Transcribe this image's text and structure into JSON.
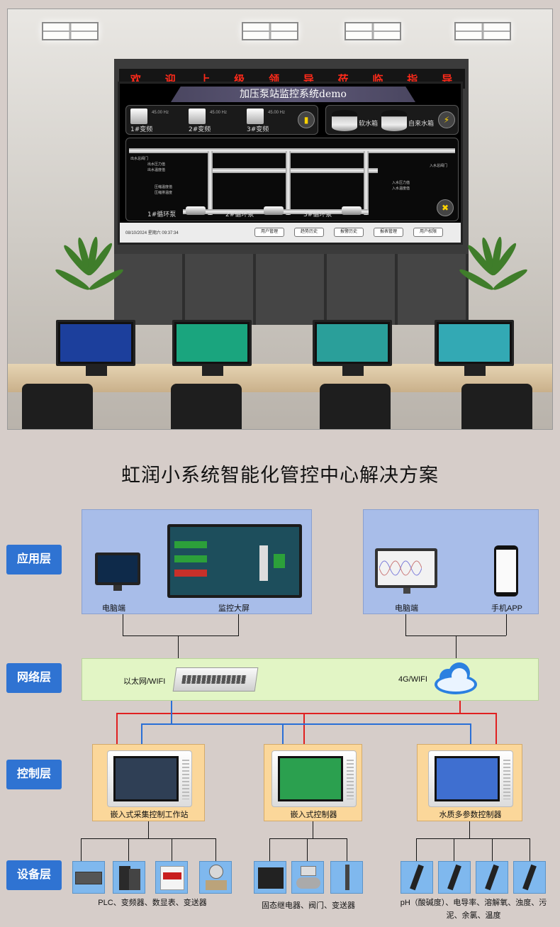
{
  "photo": {
    "led_chars": [
      "欢",
      "迎",
      "上",
      "级",
      "领",
      "导",
      "莅",
      "临",
      "指",
      "导"
    ],
    "monitor_title": "加压泵站监控系统demo",
    "pumps": [
      {
        "label": "1#变频",
        "reading": "45.00 Hz"
      },
      {
        "label": "2#变频",
        "reading": "45.00 Hz"
      },
      {
        "label": "3#变频",
        "reading": "45.00 Hz"
      }
    ],
    "tanks": [
      "软水箱",
      "自来水箱"
    ],
    "loops": [
      "1#循环泵",
      "2#循环泵",
      "3#循环泵"
    ],
    "pipe_texts": [
      "出水总阀门",
      "出水压力值",
      "出水温度值",
      "压缩温度值",
      "压缩排温度",
      "入水压力值",
      "入水温度值",
      "入水总阀门"
    ],
    "date_text": "08/10/2024 星期六 09:37:34",
    "buttons": [
      "用户管理",
      "趋势历史",
      "报警历史",
      "报表管理",
      "用户权限"
    ],
    "colors": {
      "led_red": "#ff2a1a",
      "wall": "#3b3b3b"
    }
  },
  "diagram": {
    "title": "虹润小系统智能化管控中心解决方案",
    "layers": [
      "应用层",
      "网络层",
      "控制层",
      "设备层"
    ],
    "app_left": {
      "pc": "电脑端",
      "screen": "监控大屏"
    },
    "app_right": {
      "pc": "电脑端",
      "phone": "手机APP"
    },
    "network": {
      "ethernet": "以太网/WIFI",
      "mobile": "4G/WIFI"
    },
    "controllers": [
      "嵌入式采集控制工作站",
      "嵌入式控制器",
      "水质多参数控制器"
    ],
    "device_groups": [
      {
        "caption": "PLC、变频器、数显表、变送器",
        "count": 4
      },
      {
        "caption": "固态继电器、阀门、变送器",
        "count": 3
      },
      {
        "caption": "pH（酸碱度）、电导率、溶解氧、浊度、污泥、余氯、温度",
        "count": 4
      }
    ],
    "colors": {
      "layer_blue": "#2f73d2",
      "app_bg": "#a8bde9",
      "net_bg": "#e2f5c5",
      "ctrl_bg": "#fbd79a",
      "red_line": "#e02020",
      "blue_line": "#2a6fd6"
    }
  }
}
